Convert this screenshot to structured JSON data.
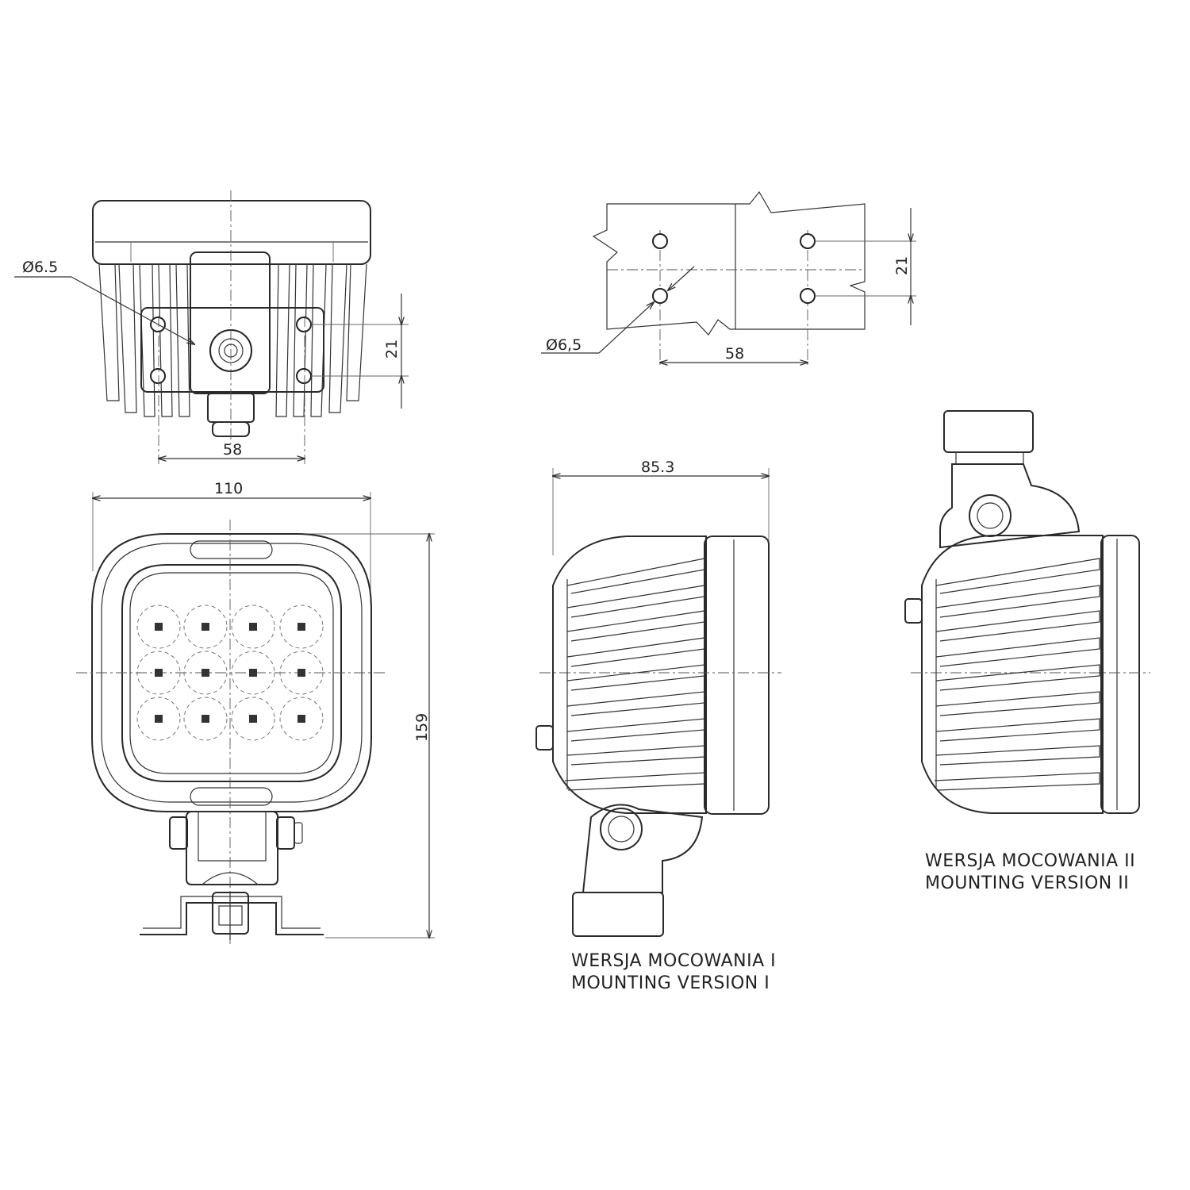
{
  "colors": {
    "line": "#2a2a2a",
    "background": "#ffffff"
  },
  "top_view": {
    "hole_diameter": "Ø6.5",
    "vertical_spacing": "21",
    "horizontal_spacing": "58"
  },
  "front_view": {
    "width": "110",
    "height": "159",
    "led_count": 12
  },
  "drilling_template": {
    "hole_diameter": "Ø6,5",
    "vertical_spacing": "21",
    "horizontal_spacing": "58"
  },
  "side_view_1": {
    "depth": "85.3",
    "caption_pl": "WERSJA MOCOWANIA I",
    "caption_en": "MOUNTING VERSION I"
  },
  "side_view_2": {
    "caption_pl": "WERSJA MOCOWANIA II",
    "caption_en": "MOUNTING VERSION II"
  }
}
